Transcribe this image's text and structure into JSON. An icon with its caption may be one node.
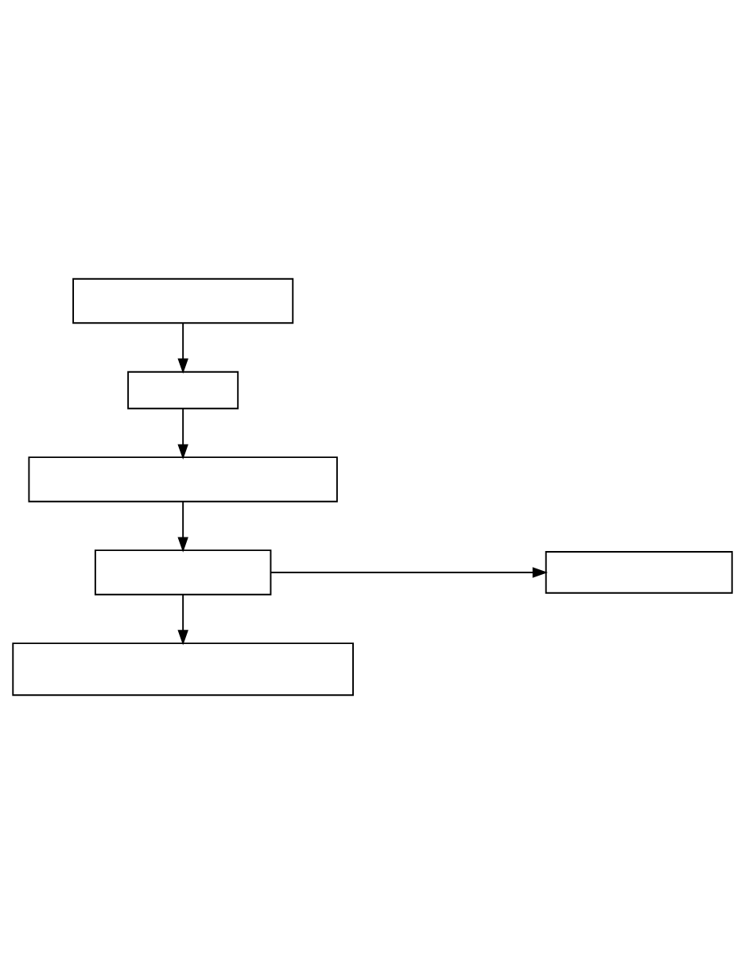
{
  "diagram": {
    "nodes": [
      {
        "text": [],
        "shape": "box"
      },
      {
        "text": [],
        "shape": "box"
      },
      {
        "text": [],
        "shape": "box"
      },
      {
        "text": [],
        "shape": "box"
      },
      {
        "text": [],
        "shape": "box"
      },
      {
        "text": [],
        "shape": "box"
      }
    ],
    "edges": [
      {
        "from": 0,
        "to": 1,
        "arrow": "to"
      },
      {
        "from": 1,
        "to": 2,
        "arrow": "to"
      },
      {
        "from": 2,
        "to": 3,
        "arrow": "to"
      },
      {
        "from": 3,
        "to": 4,
        "arrow": "to"
      },
      {
        "from": 3,
        "to": 5,
        "arrow": "to"
      }
    ]
  }
}
